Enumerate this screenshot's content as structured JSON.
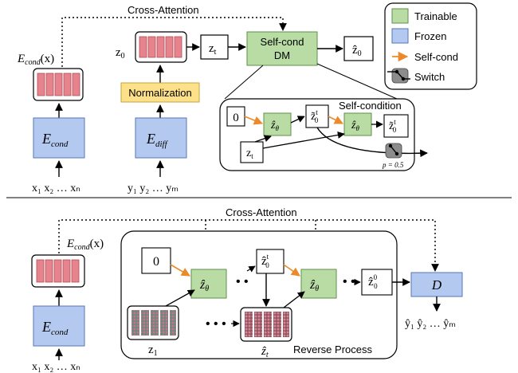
{
  "legend": {
    "trainable": "Trainable",
    "frozen": "Frozen",
    "self_cond": "Self-cond",
    "switch": "Switch",
    "colors": {
      "trainable": "#b9dca5",
      "frozen": "#b4c9f0",
      "self_cond": "#ea8a2b",
      "normalization": "#fde08a",
      "embedding": "#e7838c"
    }
  },
  "top": {
    "cross_attention": "Cross-Attention",
    "cond_embed": {
      "main": "E",
      "sub": "cond",
      "suffix": "(x)"
    },
    "cond_encoder": {
      "main": "E",
      "sub": "cond"
    },
    "diff_encoder": {
      "main": "E",
      "sub": "diff"
    },
    "normalization": "Normalization",
    "z0": {
      "main": "z",
      "sub": "0"
    },
    "zt": {
      "main": "z",
      "sub": "t"
    },
    "self_cond_dm_line1": "Self-cond",
    "self_cond_dm_line2": "DM",
    "zhat0": {
      "main": "ẑ",
      "sub": "0"
    },
    "inputs_x": "x₁ x₂ … xₙ",
    "inputs_y": "y₁ y₂ … yₘ",
    "self_condition": {
      "title": "Self-condition",
      "zero": "0",
      "ztheta": {
        "main": "ẑ",
        "sub": "θ"
      },
      "ztilde": {
        "main": "z̃",
        "sup": "t",
        "sub": "0"
      },
      "zt": {
        "main": "z",
        "sub": "t"
      },
      "p": "p = 0.5"
    }
  },
  "bottom": {
    "cross_attention": "Cross-Attention",
    "cond_embed": {
      "main": "E",
      "sub": "cond",
      "suffix": "(x)"
    },
    "cond_encoder": {
      "main": "E",
      "sub": "cond"
    },
    "zero": "0",
    "ztheta": {
      "main": "ẑ",
      "sub": "θ"
    },
    "zhat_t0": {
      "main": "ẑ",
      "sup": "t",
      "sub": "0"
    },
    "zhat_00": {
      "main": "ẑ",
      "sup": "0",
      "sub": "0"
    },
    "decoder": "D",
    "z1": {
      "main": "z",
      "sub": "1"
    },
    "zhat_t": {
      "main": "ẑ",
      "sub": "t"
    },
    "reverse_process": "Reverse Process",
    "inputs_x": "x₁ x₂ … xₙ",
    "outputs_y": "ŷ₁ ŷ₂ … ŷₘ"
  }
}
